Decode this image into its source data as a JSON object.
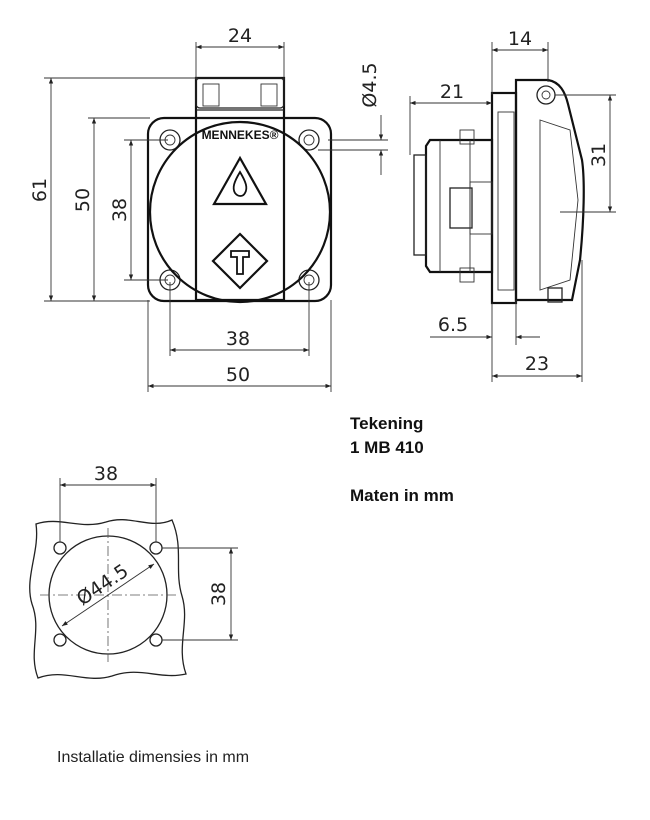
{
  "info": {
    "drawing_label": "Tekening",
    "part_number": "1 MB 410",
    "units_note": "Maten in mm"
  },
  "front_view": {
    "brand": "MENNEKES®",
    "dims": {
      "width_top": "24",
      "height_total": "61",
      "height_body": "50",
      "hole_spacing_v": "38",
      "hole_spacing_h": "38",
      "width_body": "50"
    }
  },
  "side_view": {
    "dims": {
      "diameter": "Ø4.5",
      "depth_top": "14",
      "depth_back": "21",
      "height_right": "31",
      "flange": "6.5",
      "depth_total": "23"
    }
  },
  "installation_view": {
    "caption": "Installatie dimensies in mm",
    "dims": {
      "hole_spacing_h": "38",
      "hole_spacing_v": "38",
      "cutout_diameter": "Ø44.5"
    }
  },
  "icons": [
    "mennekes-logo",
    "drop-warning-icon",
    "hammer-icon"
  ]
}
